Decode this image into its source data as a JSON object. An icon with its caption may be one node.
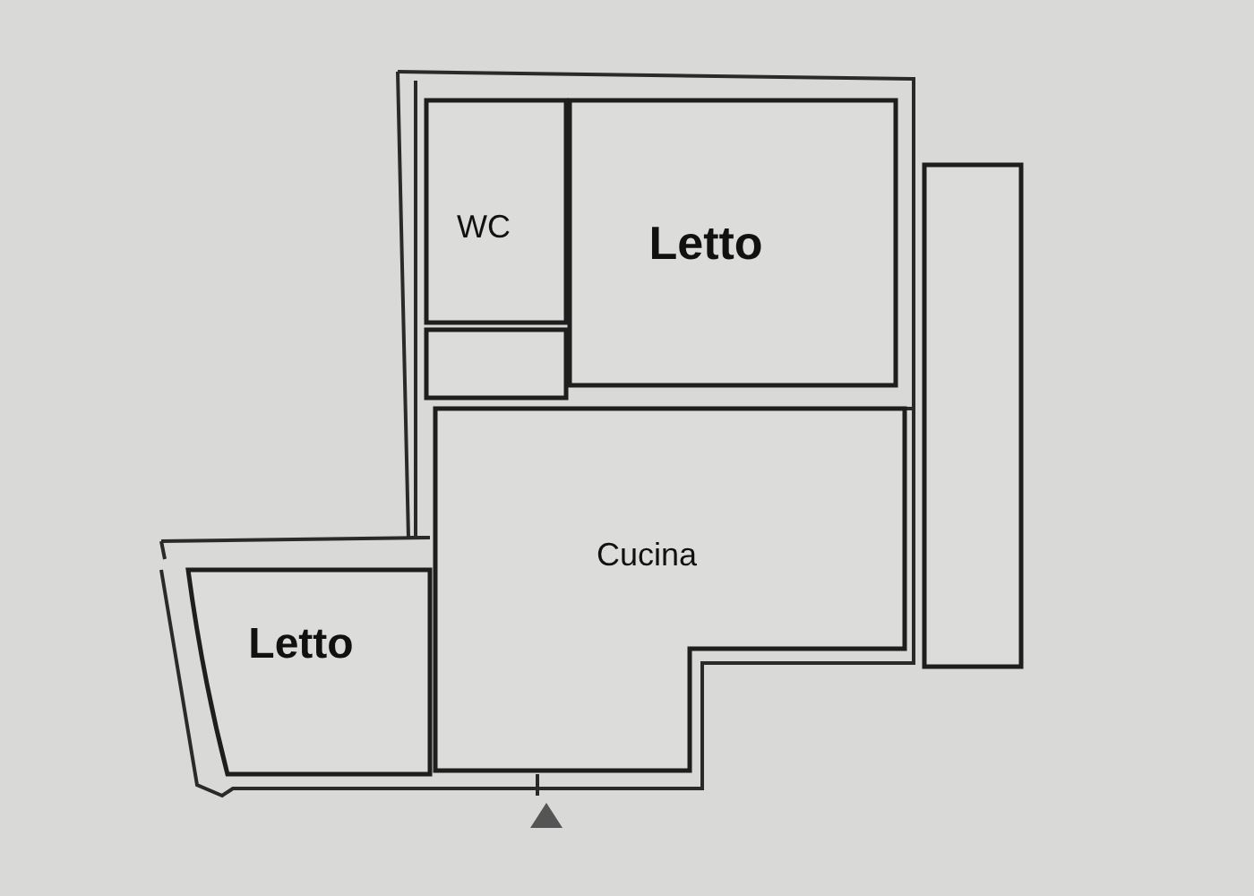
{
  "diagram": {
    "nodes": [
      {
        "text": [
          "WC"
        ]
      },
      {
        "text": [
          "Letto"
        ]
      },
      {
        "text": [],
        "shape": "box"
      },
      {
        "text": [],
        "shape": "box"
      },
      {
        "text": [
          "Cucina"
        ]
      },
      {
        "text": [
          "Letto"
        ]
      }
    ],
    "edges": []
  }
}
